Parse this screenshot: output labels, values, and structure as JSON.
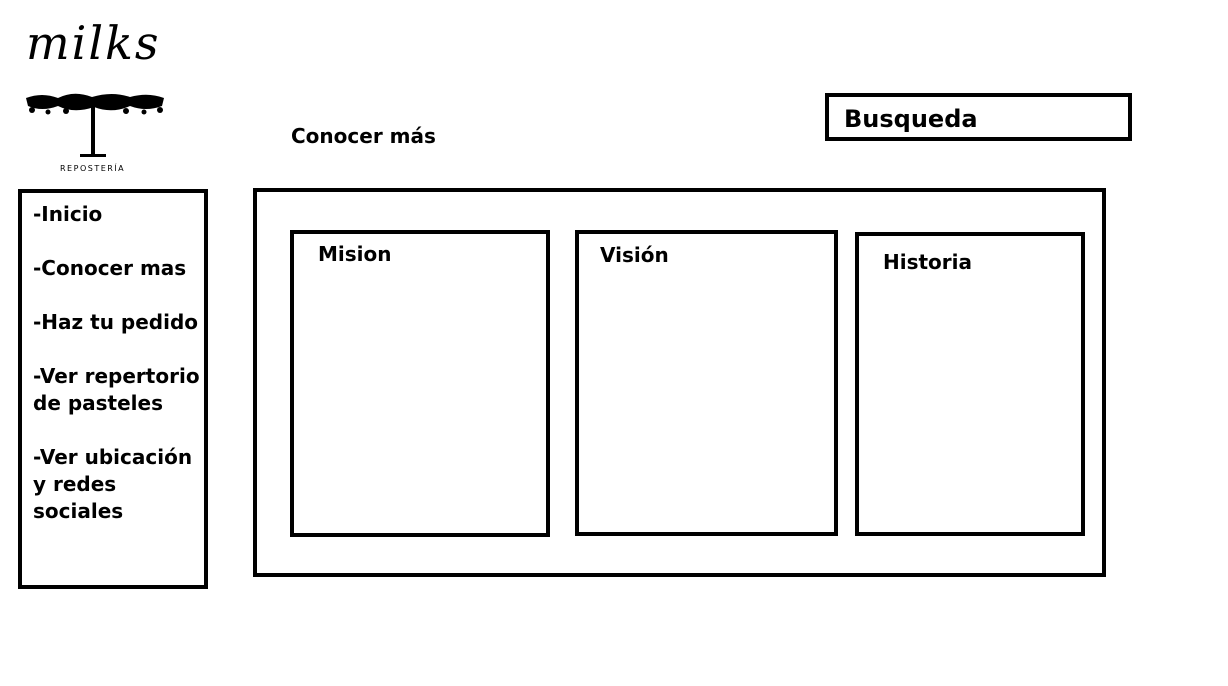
{
  "logo": {
    "wordmark": "milks",
    "subtitle": "REPOSTERÍA"
  },
  "header": {
    "title": "Conocer más"
  },
  "search": {
    "label": "Busqueda"
  },
  "sidebar": {
    "items": [
      {
        "label": "-Inicio"
      },
      {
        "label": "-Conocer mas"
      },
      {
        "label": "-Haz tu pedido"
      },
      {
        "label": "-Ver repertorio de pasteles"
      },
      {
        "label": "-Ver ubicación y redes sociales"
      }
    ]
  },
  "main": {
    "cards": [
      {
        "title": "Mision"
      },
      {
        "title": "Visión"
      },
      {
        "title": "Historia"
      }
    ]
  }
}
